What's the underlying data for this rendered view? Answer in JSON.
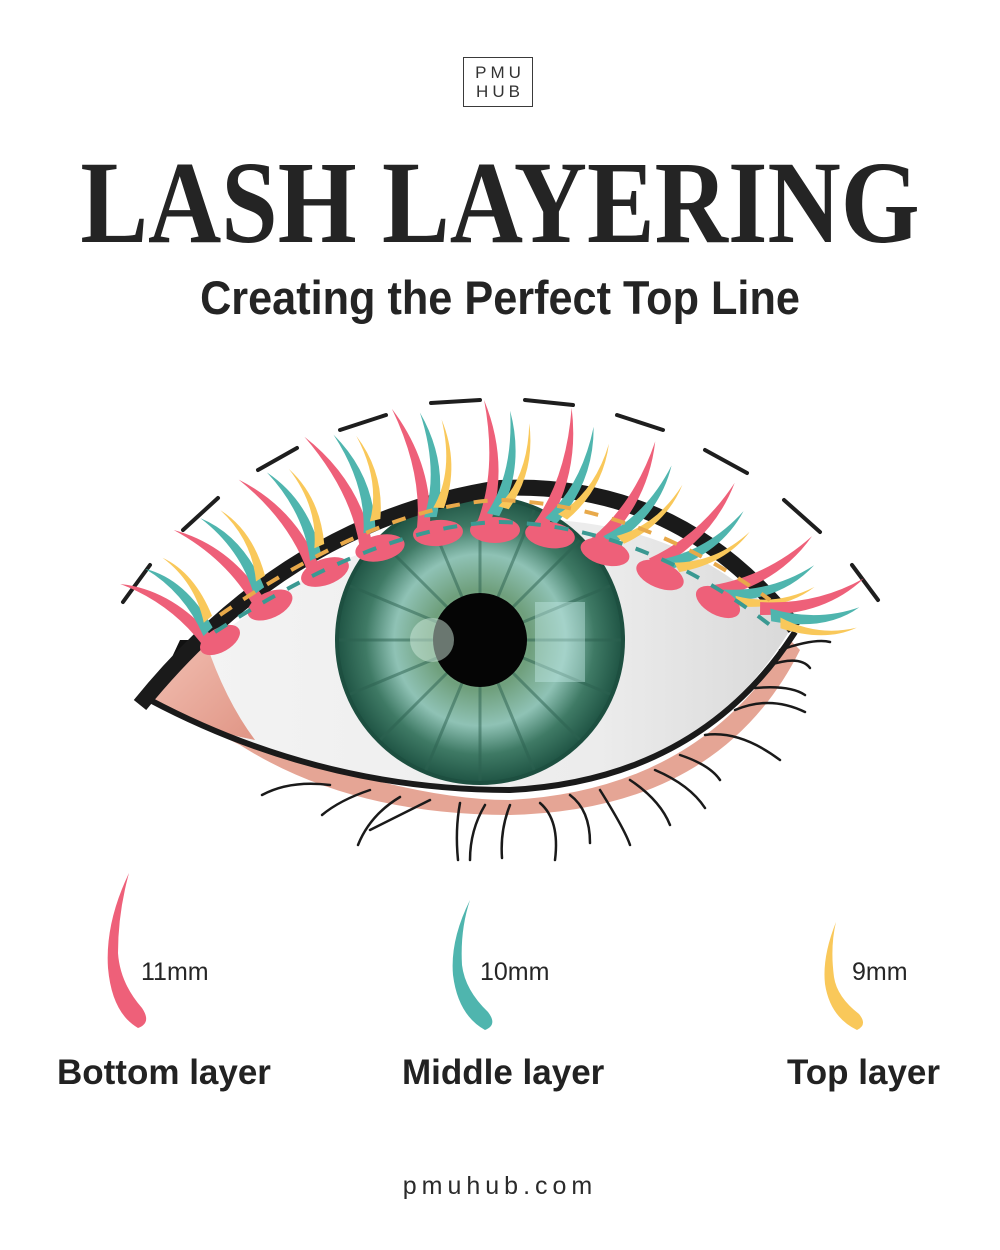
{
  "logo": {
    "line1": "PMU",
    "line2": "HUB"
  },
  "header": {
    "title": "LASH LAYERING",
    "subtitle": "Creating the Perfect Top Line"
  },
  "colors": {
    "pink": "#EE6079",
    "teal": "#4FB5AE",
    "yellow": "#F9C85A",
    "dark": "#1E1E1E",
    "iris": "#3F7A65",
    "skin": "#E8A594"
  },
  "legend": [
    {
      "size": "11mm",
      "label": "Bottom layer",
      "color": "#EE6079"
    },
    {
      "size": "10mm",
      "label": "Middle layer",
      "color": "#4FB5AE"
    },
    {
      "size": "9mm",
      "label": "Top layer",
      "color": "#F9C85A"
    }
  ],
  "footer": {
    "website": "pmuhub.com"
  }
}
